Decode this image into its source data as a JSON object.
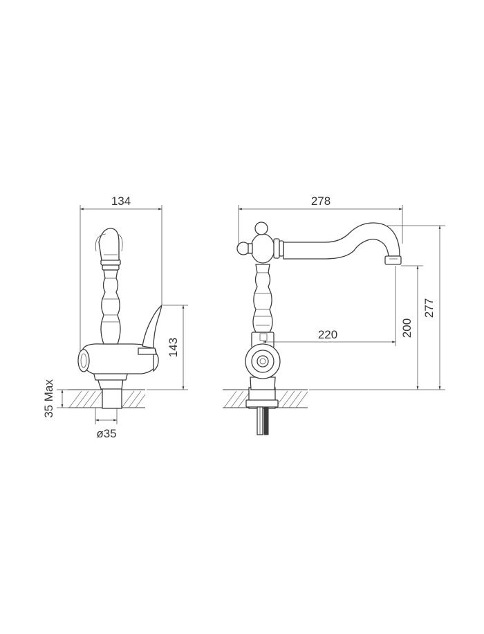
{
  "dimensions": {
    "front_width": "134",
    "front_height": "143",
    "deck_thickness": "35 Max",
    "hole_diameter": "ø35",
    "side_width": "278",
    "spout_reach": "220",
    "spout_outlet_height": "200",
    "total_height": "277"
  }
}
